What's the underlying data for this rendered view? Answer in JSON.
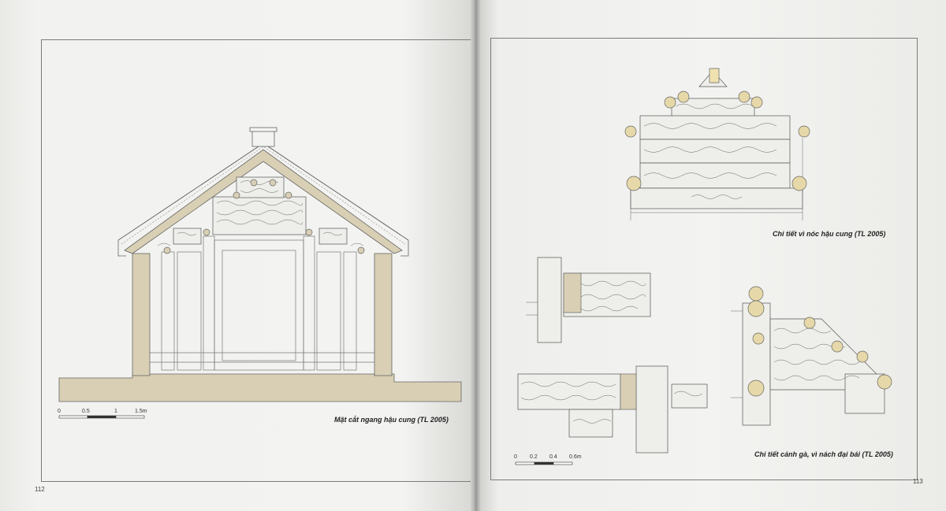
{
  "left_page": {
    "caption": "Mặt cắt ngang hậu cung (TL 2005)",
    "page_number": "112",
    "scale_labels": [
      "0",
      "0.5",
      "1",
      "1.5m"
    ]
  },
  "right_page": {
    "caption_top": "Chi tiết vì nóc hậu cung (TL 2005)",
    "caption_bottom": "Chi tiết cánh gà, vì nách đại bái (TL 2005)",
    "page_number": "113",
    "scale_labels": [
      "0",
      "0.2",
      "0.4",
      "0.6m"
    ]
  },
  "colors": {
    "section_fill": "#d8cfb4",
    "line": "#555555",
    "page": "#f3f3f1"
  }
}
